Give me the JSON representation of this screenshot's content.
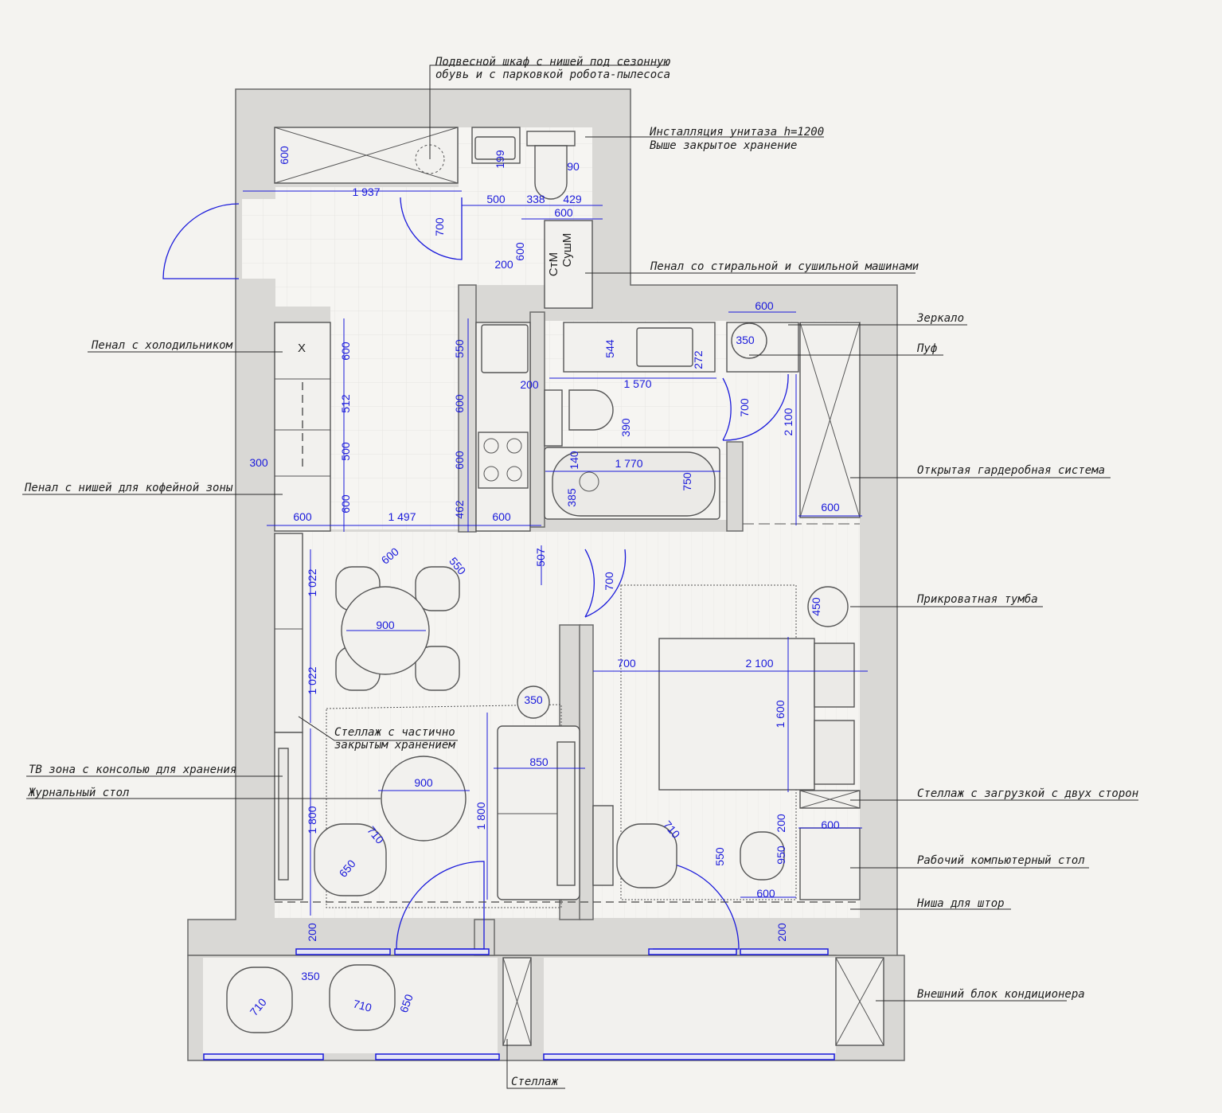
{
  "callouts": {
    "cabinet_line1": "Подвесной шкаф с нишей под сезонную",
    "cabinet_line2": "обувь и с парковкой робота-пылесоса",
    "toilet_line1": "Инсталляция унитаза h=1200",
    "toilet_line2": "Выше закрытое хранение",
    "washer": "Пенал со стиральной и сушильной машинами",
    "mirror": "Зеркало",
    "pouf": "Пуф",
    "fridge": "Пенал с холодильником",
    "coffee": "Пенал с нишей для кофейной зоны",
    "wardrobe": "Открытая гардеробная система",
    "nightstand": "Прикроватная тумба",
    "shelf_line1": "Стеллаж с частично",
    "shelf_line2": "закрытым хранением",
    "tv": "ТВ зона с консолью для хранения",
    "coffee_table": "Журнальный стол",
    "double_shelf": "Стеллаж с загрузкой с двух сторон",
    "desk": "Рабочий компьютерный стол",
    "curtain": "Ниша для штор",
    "ac": "Внешний блок кондиционера",
    "balcony_shelf": "Стеллаж"
  },
  "appliances": {
    "washer_code": "СтМ",
    "dryer_code": "СушМ",
    "fridge_mark": "X"
  },
  "dimensions": {
    "d600_cab": "600",
    "d1937": "1 937",
    "d199": "199",
    "d90": "90",
    "d500_a": "500",
    "d338": "338",
    "d429": "429",
    "d600_b": "600",
    "d700_a": "700",
    "d600_c": "600",
    "d200_a": "200",
    "d600_d": "600",
    "d350_a": "350",
    "d600_k1": "600",
    "d512": "512",
    "d500_k": "500",
    "d600_k2": "600",
    "d300": "300",
    "d600_e": "600",
    "d1497": "1 497",
    "d462": "462",
    "d600_f": "600",
    "d550_a": "550",
    "d600_g": "600",
    "d600_h": "600",
    "d200_b": "200",
    "d544": "544",
    "d272": "272",
    "d1570": "1 570",
    "d390": "390",
    "d140": "140",
    "d1770": "1 770",
    "d385": "385",
    "d750": "750",
    "d700_b": "700",
    "d2100_a": "2 100",
    "d600_w": "600",
    "d507": "507",
    "d700_c": "700",
    "d600_chair": "600",
    "d550_chair": "550",
    "d1022_a": "1 022",
    "d900_a": "900",
    "d1022_b": "1 022",
    "d450": "450",
    "d700_d": "700",
    "d2100_b": "2 100",
    "d1600": "1 600",
    "d350_b": "350",
    "d850": "850",
    "d900_b": "900",
    "d1800_a": "1 800",
    "d1800_b": "1 800",
    "d710_a": "710",
    "d650_a": "650",
    "d710_b": "710",
    "d550_b": "550",
    "d950": "950",
    "d200_c": "200",
    "d600_desk": "600",
    "d600_x": "600",
    "d200_d": "200",
    "d200_e": "200",
    "d350_c": "350",
    "d710_c": "710",
    "d710_d": "710",
    "d650_b": "650"
  }
}
